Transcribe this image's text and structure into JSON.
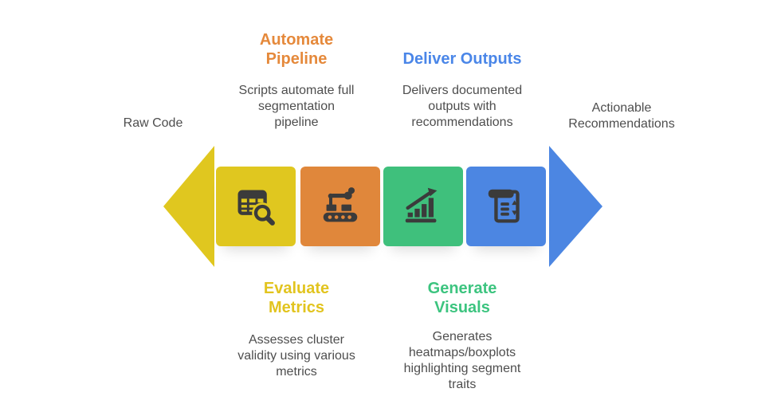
{
  "flow": {
    "input_label": "Raw Code",
    "output_label": "Actionable\nRecommendations"
  },
  "steps": [
    {
      "name": "evaluate-metrics",
      "title": "Evaluate\nMetrics",
      "description": "Assesses cluster\nvalidity using various\nmetrics",
      "color": "#E0C71F",
      "title_color": "#E2C41F",
      "icon": "table-search-icon",
      "label_position": "bottom"
    },
    {
      "name": "automate-pipeline",
      "title": "Automate\nPipeline",
      "description": "Scripts automate full\nsegmentation\npipeline",
      "color": "#E0873B",
      "title_color": "#E5893B",
      "icon": "robot-arm-icon",
      "label_position": "top"
    },
    {
      "name": "generate-visuals",
      "title": "Generate\nVisuals",
      "description": "Generates\nheatmaps/boxplots\nhighlighting segment\ntraits",
      "color": "#3FC07C",
      "title_color": "#3CC47F",
      "icon": "chart-increase-icon",
      "label_position": "bottom"
    },
    {
      "name": "deliver-outputs",
      "title": "Deliver Outputs",
      "description": "Delivers documented\noutputs with\nrecommendations",
      "color": "#4C86E2",
      "title_color": "#4A86E8",
      "icon": "report-icon",
      "label_position": "top"
    }
  ],
  "colors": {
    "yellow": "#E0C71F",
    "orange": "#E0873B",
    "green": "#3FC07C",
    "blue": "#4C86E2",
    "icon": "#3B3B3B",
    "text": "#4E4E4E",
    "background": "#FFFFFF"
  }
}
